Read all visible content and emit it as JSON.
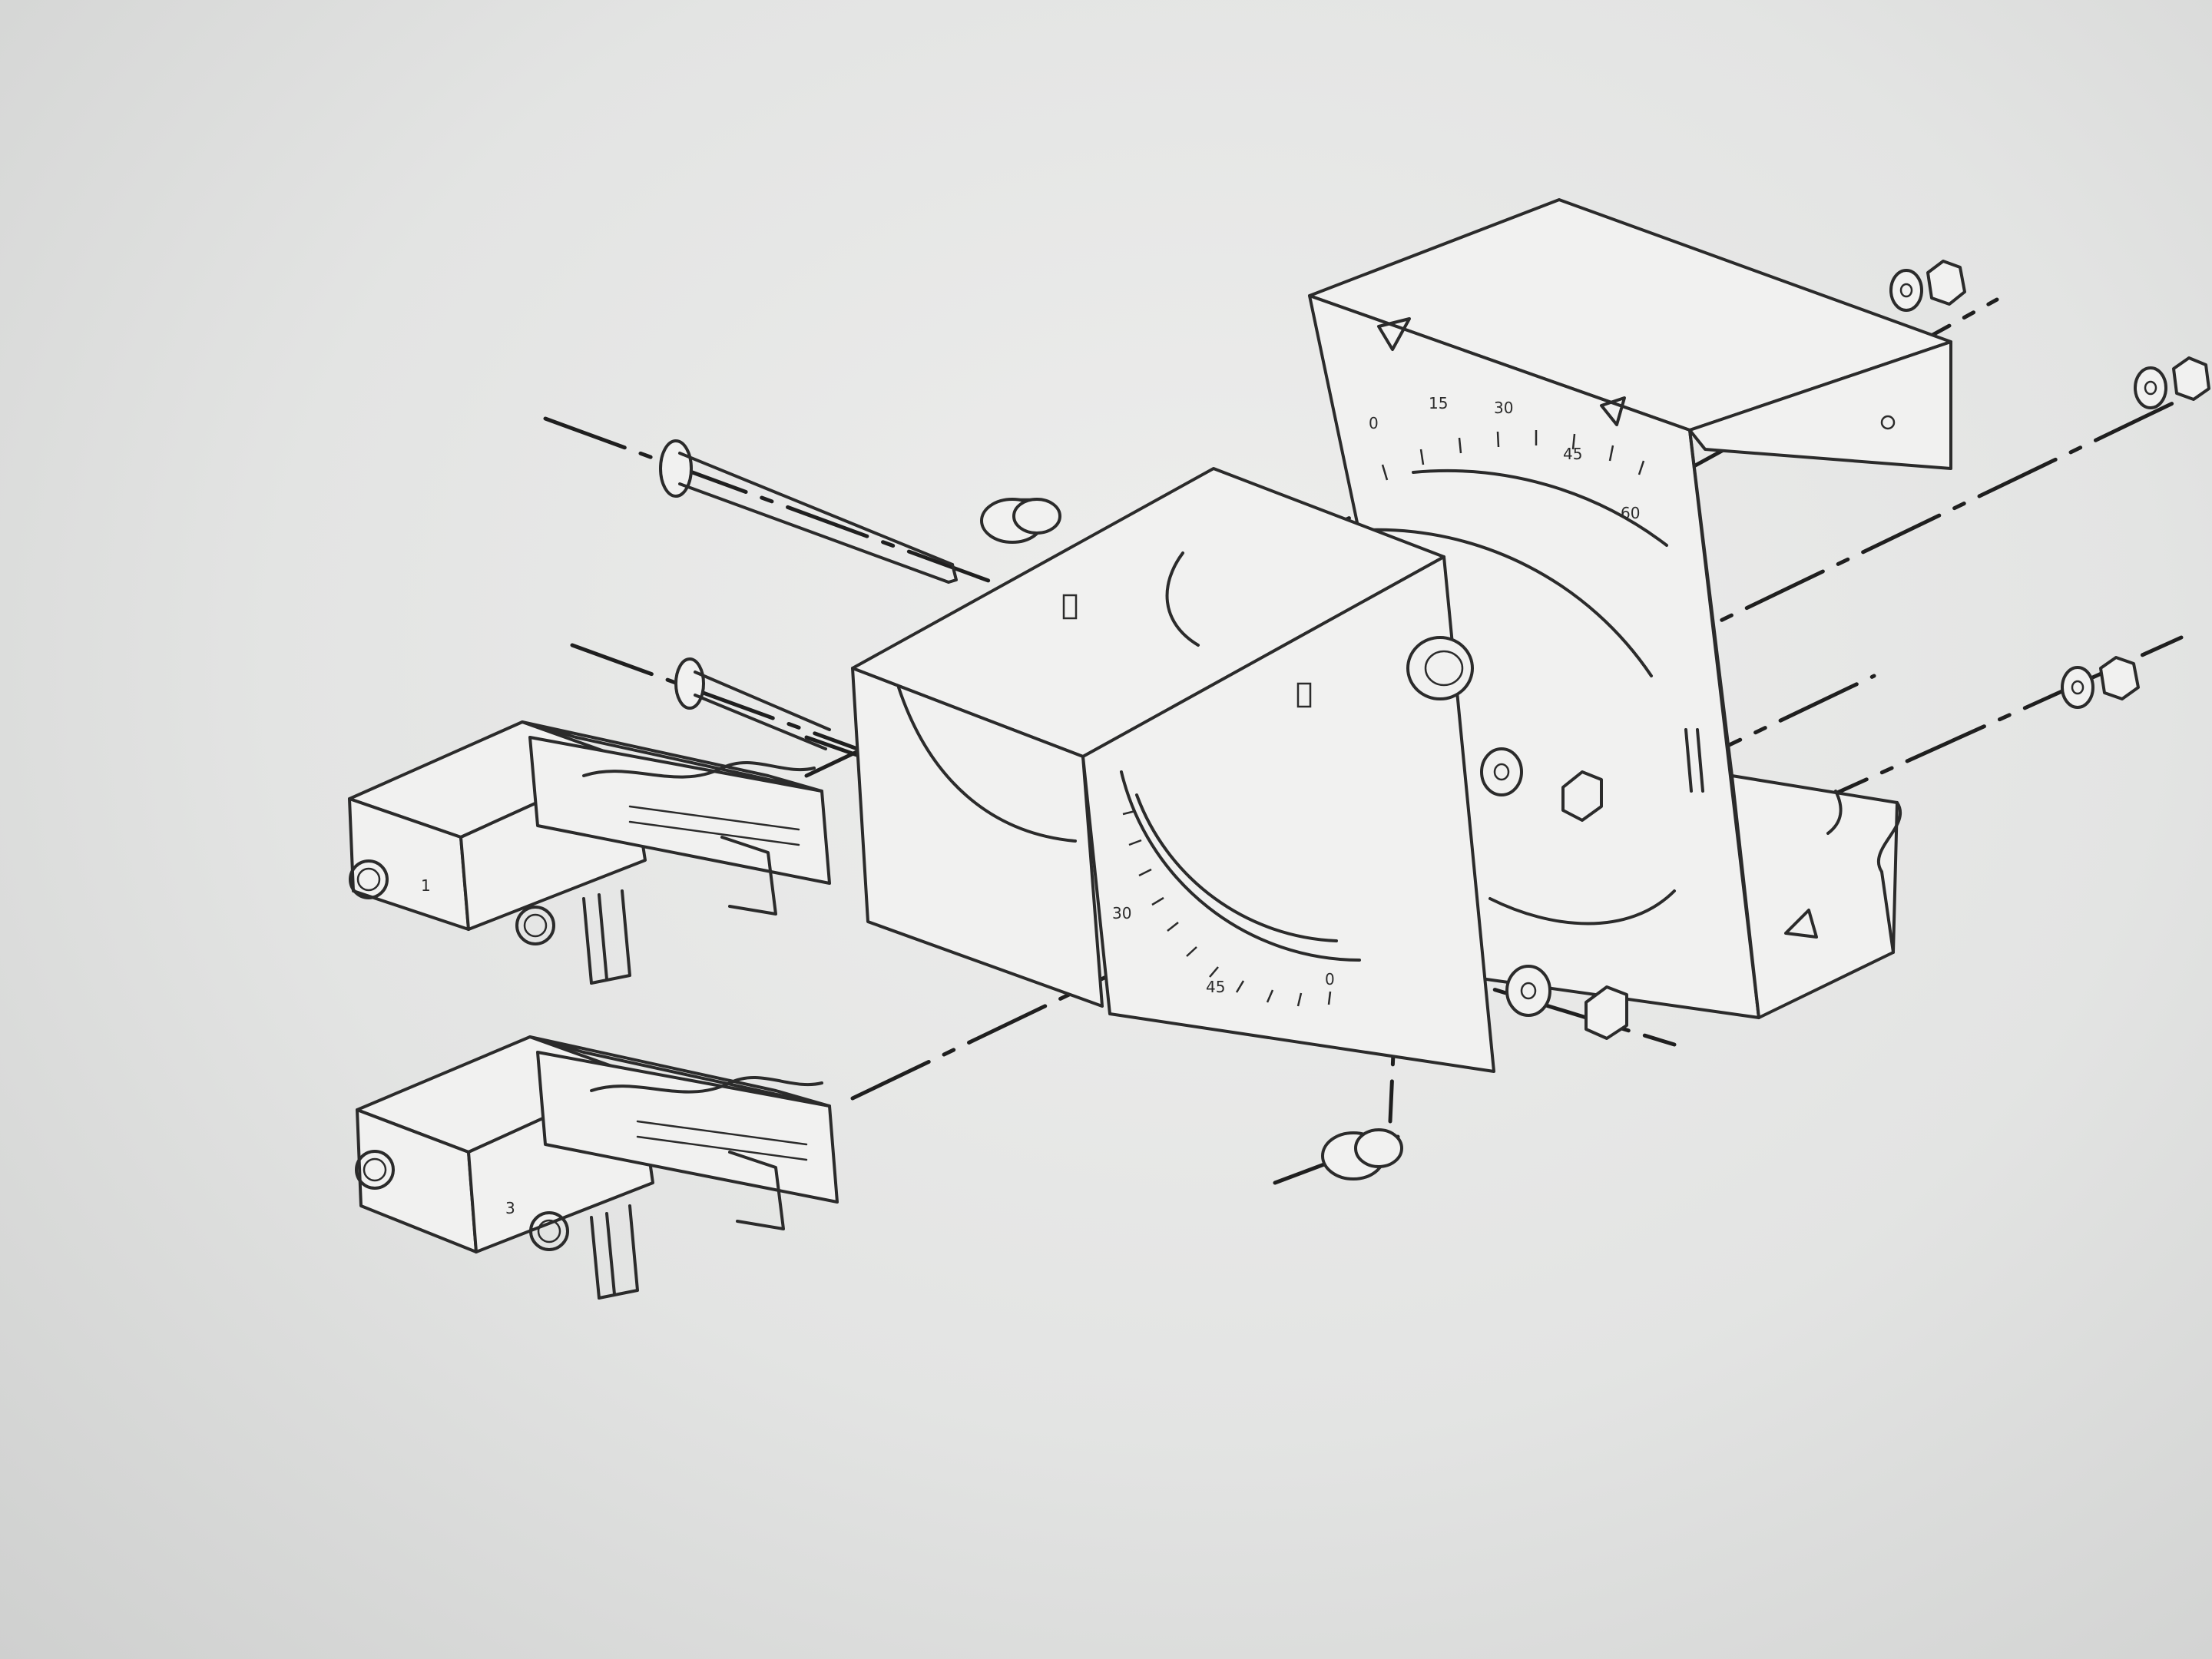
{
  "drawing": {
    "kind": "exploded-assembly-line-drawing",
    "ink_color": "#2b2b2b",
    "paper_color": "#e3e4e3",
    "dial_rear": {
      "scale_labels": [
        "0",
        "15",
        "30",
        "45",
        "60"
      ]
    },
    "dial_front": {
      "scale_labels": [
        "30",
        "45",
        "0"
      ]
    },
    "clamp_labels": [
      "1",
      "3"
    ]
  }
}
